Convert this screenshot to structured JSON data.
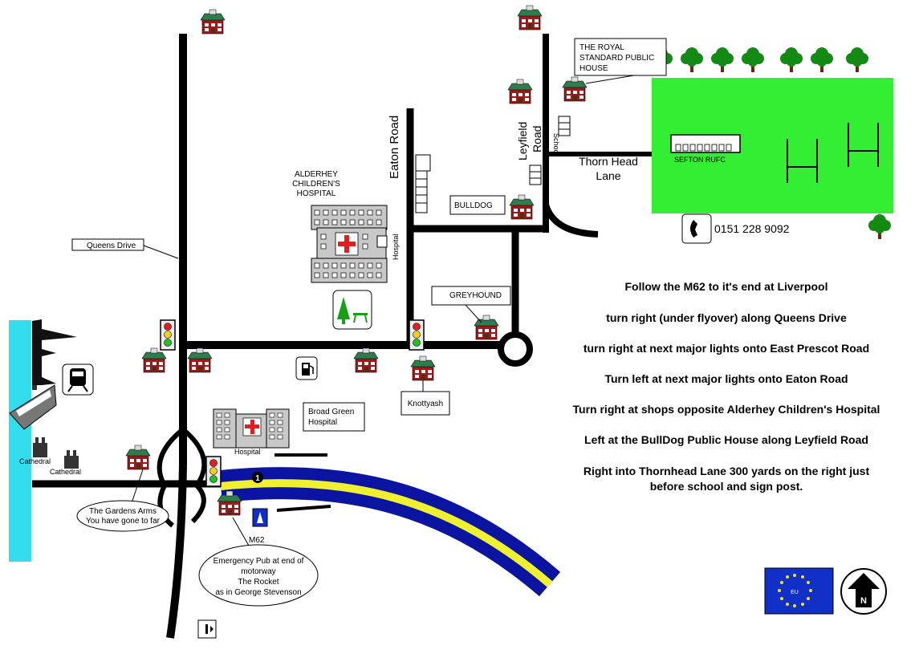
{
  "labels": {
    "queens_drive": "Queens Drive",
    "alderhey": [
      "ALDERHEY",
      "CHILDREN'S",
      "HOSPITAL"
    ],
    "hospital_vertical": "Hospital",
    "eaton_road": "Eaton Road",
    "leyfield_road": [
      "Leyfield",
      "Road"
    ],
    "school": "School",
    "thorn_head_lane": [
      "Thorn Head",
      "Lane"
    ],
    "royal_standard": [
      "THE ROYAL",
      "STANDARD PUBLIC",
      "HOUSE"
    ],
    "sefton_rufc": "SEFTON RUFC",
    "bulldog": "BULLDOG",
    "phone": "0151 228 9092",
    "greyhound": "GREYHOUND",
    "knottyash": "Knottyash",
    "broad_green": [
      "Broad Green",
      "Hospital"
    ],
    "hospital_small": "Hospital",
    "cathedral_1": "Cathedral",
    "cathedral_2": "Cathedral",
    "gardens_arms": [
      "The Gardens Arms",
      "You have gone to far"
    ],
    "m62": "M62",
    "motorway_exit": "1",
    "emergency_pub": [
      "Emergency Pub at end of",
      "motorway",
      "The Rocket",
      "as in George Stevenson"
    ],
    "eu": "EU",
    "north": "N"
  },
  "directions": [
    "Follow the M62 to it's end at Liverpool",
    "turn right (under flyover) along Queens Drive",
    "turn right at next major lights onto East Prescot Road",
    "Turn left at next major lights onto Eaton Road",
    "Turn right at shops opposite Alderhey Children's Hospital",
    "Left at the BullDog Public House along Leyfield Road",
    "Right into Thornhead Lane 300 yards on the right just",
    "before school and sign post."
  ],
  "icons": [
    "pub-icon",
    "traffic-light-icon",
    "hospital-icon",
    "park-icon",
    "fuel-icon",
    "train-icon",
    "phone-icon",
    "airport-icon",
    "tree-icon",
    "ship-icon",
    "cathedral-icon",
    "shops-icon",
    "eu-flag-icon",
    "north-arrow-icon"
  ],
  "colors": {
    "road": "#000000",
    "field": "#33ee33",
    "river": "#33ddee",
    "motorway_blue": "#0a14a0",
    "motorway_yellow": "#f0f032",
    "pub_roof": "#2e7d4f",
    "pub_wall": "#a01818",
    "hospital": "#c8c8c8",
    "eu_blue": "#1030c8"
  }
}
